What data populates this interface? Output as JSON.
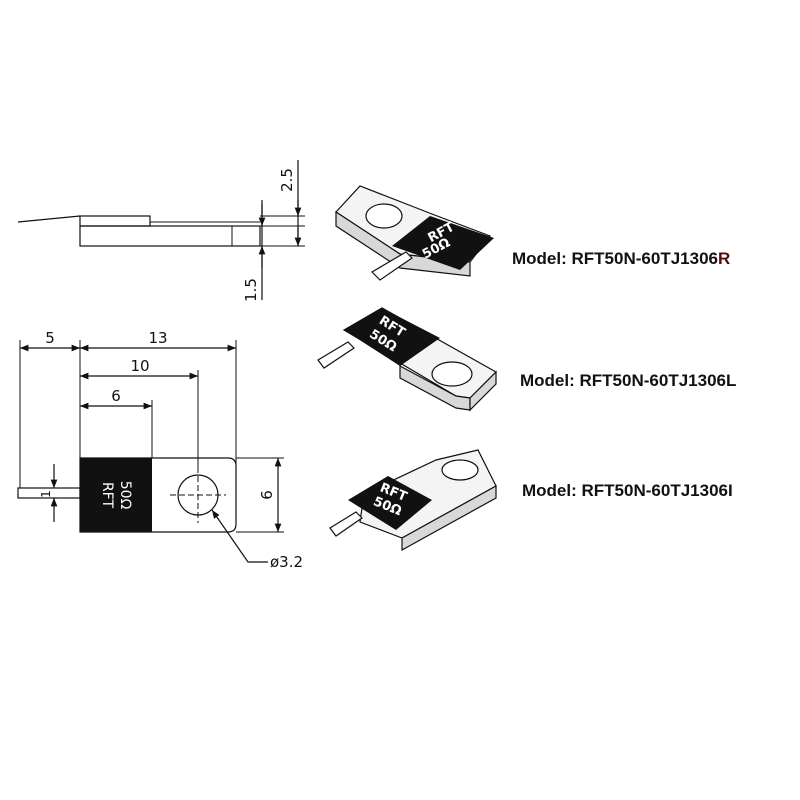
{
  "side_view": {
    "dim_top": "2.5",
    "dim_bottom": "1.5"
  },
  "top_view": {
    "dim_5": "5",
    "dim_13": "13",
    "dim_10": "10",
    "dim_6_horizontal": "6",
    "dim_6_vertical": "6",
    "dim_1": "1",
    "hole_diameter": "ø3.2",
    "chip_line1": "RFT",
    "chip_line2": "50Ω"
  },
  "products": [
    {
      "chip_line1": "RFT",
      "chip_line2": "50Ω",
      "label": "Model:",
      "model_base": "RFT50N-60TJ1306",
      "model_suffix": "R"
    },
    {
      "chip_line1": "RFT",
      "chip_line2": "50Ω",
      "label": "Model:",
      "model_base": "RFT50N-60TJ1306",
      "model_suffix": "L"
    },
    {
      "chip_line1": "RFT",
      "chip_line2": "50Ω",
      "label": "Model:",
      "model_base": "RFT50N-60TJ1306",
      "model_suffix": "I"
    }
  ],
  "colors": {
    "chip": "#111111",
    "line": "#111111",
    "body_light": "#f4f4f4",
    "body_shade": "#d8d8d8"
  }
}
